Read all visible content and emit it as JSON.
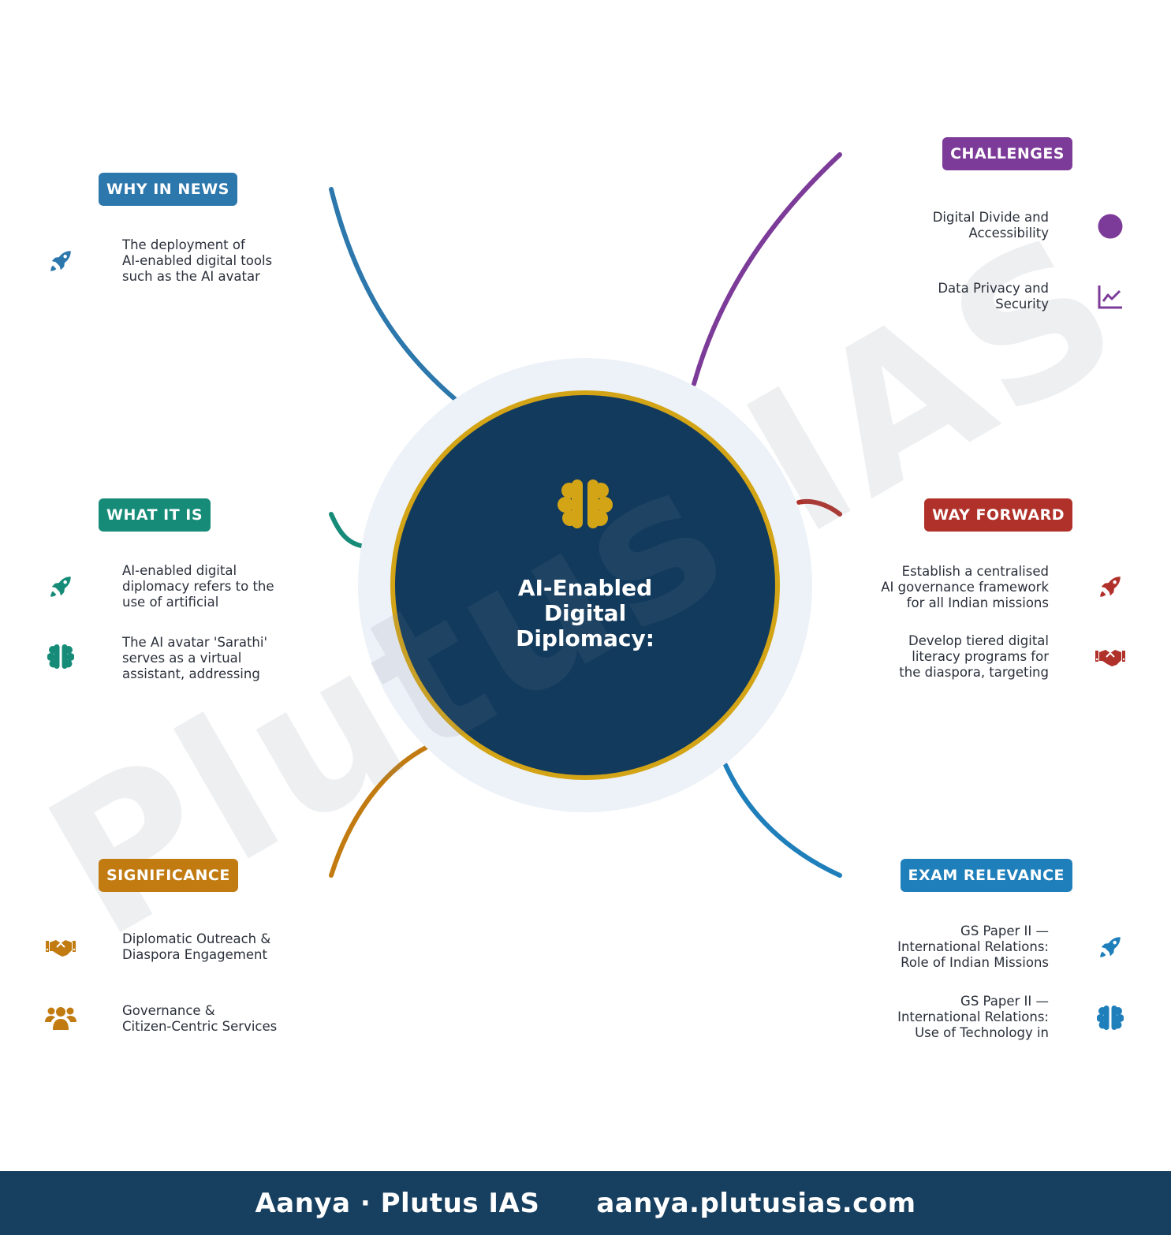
{
  "watermark": "Plutus IAS",
  "center": {
    "title_lines": [
      "AI-Enabled",
      "Digital",
      "Diplomacy:"
    ],
    "icon": "brain-icon"
  },
  "colors": {
    "navy": "#123a5c",
    "gold": "#d4a417",
    "halo": "#edf2f8",
    "why_in_news": "#2c77ac",
    "what_it_is": "#158b78",
    "significance": "#c17b11",
    "challenges": "#7c3b98",
    "way_forward": "#b0312a",
    "exam_relevance": "#1f7fbb",
    "footer": "#173f5f"
  },
  "sections": {
    "why_in_news": {
      "label": "WHY IN NEWS",
      "items": [
        {
          "text": "The deployment of\nAI-enabled digital tools\nsuch as the AI avatar",
          "icon": "rocket-icon"
        }
      ]
    },
    "what_it_is": {
      "label": "WHAT IT IS",
      "items": [
        {
          "text": "AI-enabled digital\ndiplomacy refers to the\nuse of artificial",
          "icon": "rocket-icon"
        },
        {
          "text": "The AI avatar 'Sarathi'\nserves as a virtual\nassistant, addressing",
          "icon": "brain-icon"
        }
      ]
    },
    "significance": {
      "label": "SIGNIFICANCE",
      "items": [
        {
          "text": "Diplomatic Outreach &\nDiaspora Engagement",
          "icon": "handshake-icon"
        },
        {
          "text": "Governance &\nCitizen-Centric Services",
          "icon": "users-icon"
        }
      ]
    },
    "challenges": {
      "label": "CHALLENGES",
      "items": [
        {
          "text": "Digital Divide and\nAccessibility",
          "icon": "circle-icon"
        },
        {
          "text": "Data Privacy and\nSecurity",
          "icon": "chart-line-icon"
        }
      ]
    },
    "way_forward": {
      "label": "WAY FORWARD",
      "items": [
        {
          "text": "Establish a centralised\nAI governance framework\nfor all Indian missions",
          "icon": "rocket-icon"
        },
        {
          "text": "Develop tiered digital\nliteracy programs for\nthe diaspora, targeting",
          "icon": "handshake-icon"
        }
      ]
    },
    "exam_relevance": {
      "label": "EXAM RELEVANCE",
      "items": [
        {
          "text": "GS Paper II —\nInternational Relations:\nRole of Indian Missions",
          "icon": "rocket-icon"
        },
        {
          "text": "GS Paper II —\nInternational Relations:\nUse of Technology in",
          "icon": "brain-icon"
        }
      ]
    }
  },
  "footer": {
    "brand": "Aanya · Plutus IAS",
    "url": "aanya.plutusias.com"
  }
}
